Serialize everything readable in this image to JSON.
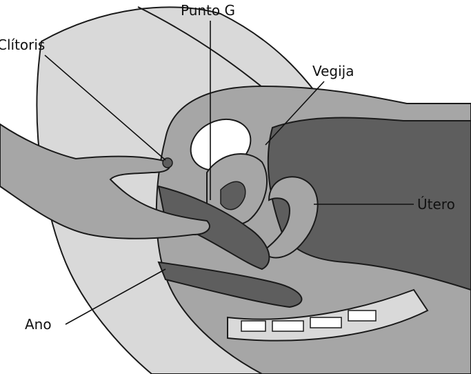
{
  "labels": {
    "g_spot": "Punto G",
    "clitoris": "Clítoris",
    "bladder": "Vegija",
    "uterus": "Útero",
    "anus": "Ano"
  },
  "colors": {
    "light": "#d9d9d9",
    "mid": "#a6a6a6",
    "dark": "#5e5e5e",
    "outline": "#1a1a1a",
    "white": "#ffffff"
  }
}
